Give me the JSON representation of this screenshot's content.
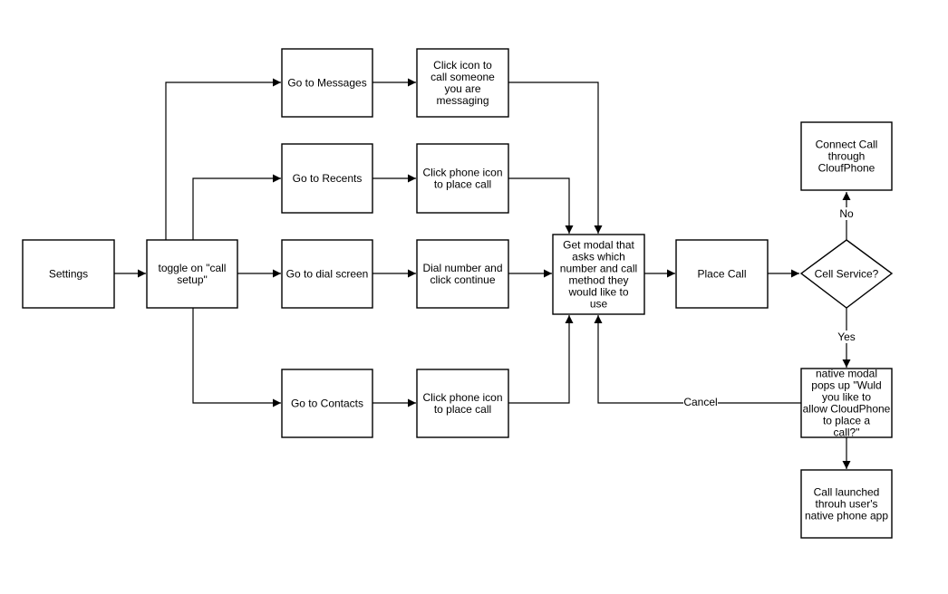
{
  "nodes": {
    "settings": "Settings",
    "toggle": "toggle on \"call setup\"",
    "messages": "Go to Messages",
    "recents": "Go to Recents",
    "dial": "Go to dial screen",
    "contacts": "Go to Contacts",
    "msg_icon": "Click icon to call someone you are messaging",
    "recents_icon": "Click phone icon to place call",
    "dial_continue": "Dial number and click continue",
    "contacts_icon": "Click phone icon to place call",
    "modal": "Get modal that asks which number and call method they would like to use",
    "place_call": "Place Call",
    "cell_service": "Cell Service?",
    "connect": "Connect Call through CloufPhone",
    "native_modal": "native modal pops up \"Wuld you like to allow CloudPhone to place a call?\"",
    "launched": "Call launched throuh user's native phone app"
  },
  "edge_labels": {
    "no": "No",
    "yes": "Yes",
    "cancel": "Cancel"
  }
}
